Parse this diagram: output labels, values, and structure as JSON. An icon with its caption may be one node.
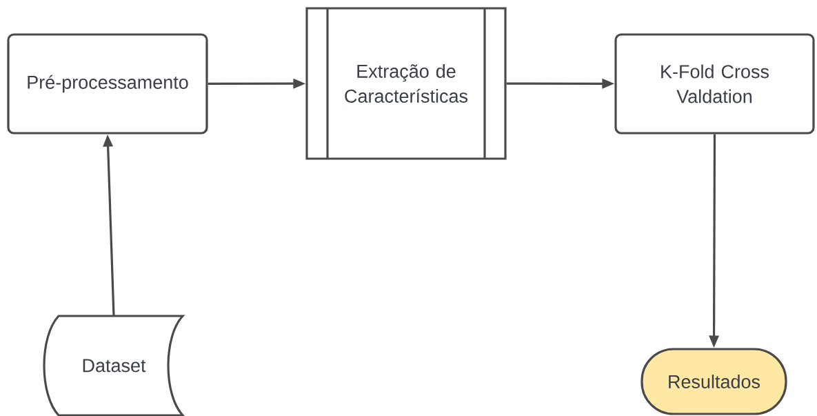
{
  "diagram": {
    "nodes": [
      {
        "text": [
          "Pré-processamento"
        ]
      },
      {
        "text": [
          "Extração de Características"
        ]
      },
      {
        "text": [
          "K-Fold Cross Valdation"
        ]
      },
      {
        "text": [
          "Dataset"
        ]
      },
      {
        "text": [
          "Resultados"
        ]
      }
    ],
    "edges": [
      {
        "from": 3,
        "to": 0,
        "arrow": "to"
      },
      {
        "from": 0,
        "to": 1,
        "arrow": "to"
      },
      {
        "from": 1,
        "to": 2,
        "arrow": "to"
      },
      {
        "from": 2,
        "to": 4,
        "arrow": "to"
      }
    ]
  }
}
